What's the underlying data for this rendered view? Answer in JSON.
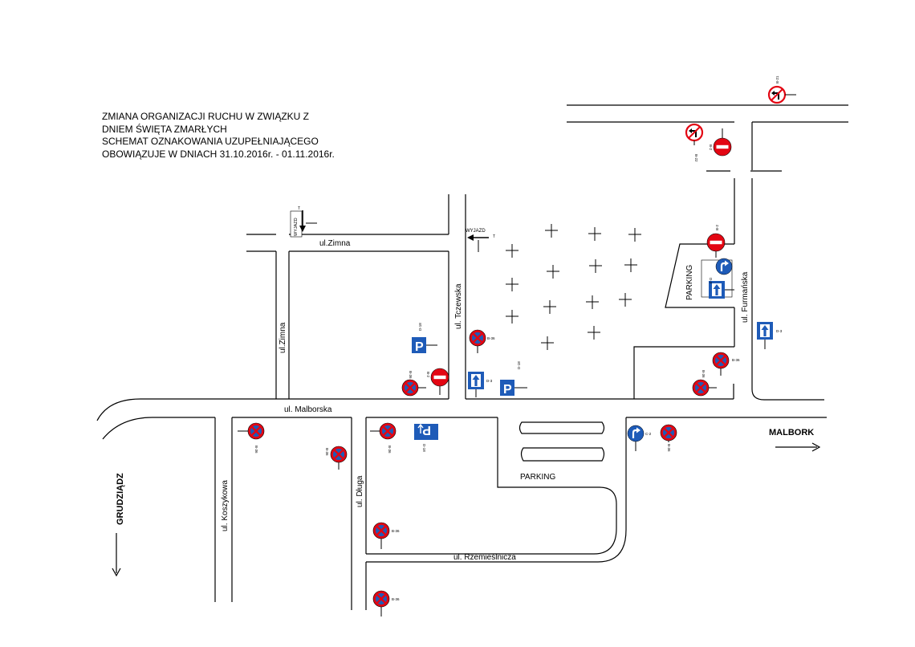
{
  "header": {
    "line1": "ZMIANA ORGANIZACJI RUCHU W ZWIĄZKU Z",
    "line2": "DNIEM ŚWIĘTA ZMARŁYCH",
    "line3": "SCHEMAT OZNAKOWANIA UZUPEŁNIAJĄCEGO",
    "line4": "OBOWIĄZUJE W DNIACH 31.10.2016r. - 01.11.2016r."
  },
  "streets": {
    "zimna_h": "ul.Zimna",
    "zimna_v": "ul.Zimna",
    "tczewska": "ul. Tczewska",
    "malborska": "ul. Malborska",
    "koszykowa": "ul. Koszykowa",
    "dluga": "ul. Długa",
    "rzemieslnicza": "ul. Rzemieślnicza",
    "furmanska": "ul. Furmańska"
  },
  "places": {
    "parking_vertical": "PARKING",
    "parking_center": "PARKING"
  },
  "directions": {
    "malbork": "MALBORK",
    "grudziadz": "GRUDZIĄDZ"
  },
  "exits": {
    "exit1": "WYJAZD",
    "exit1_code": "T",
    "exit2": "WYJAZD",
    "exit2_code": "T"
  },
  "sign_codes": {
    "b36": "B-36",
    "b2": "B-2",
    "b21": "B-21",
    "b22": "B-22",
    "d3": "D-3",
    "d18": "D-18",
    "c2": "C-2"
  },
  "colors": {
    "sign_red": "#e30613",
    "sign_blue": "#1e5bb8",
    "line": "#000000"
  }
}
